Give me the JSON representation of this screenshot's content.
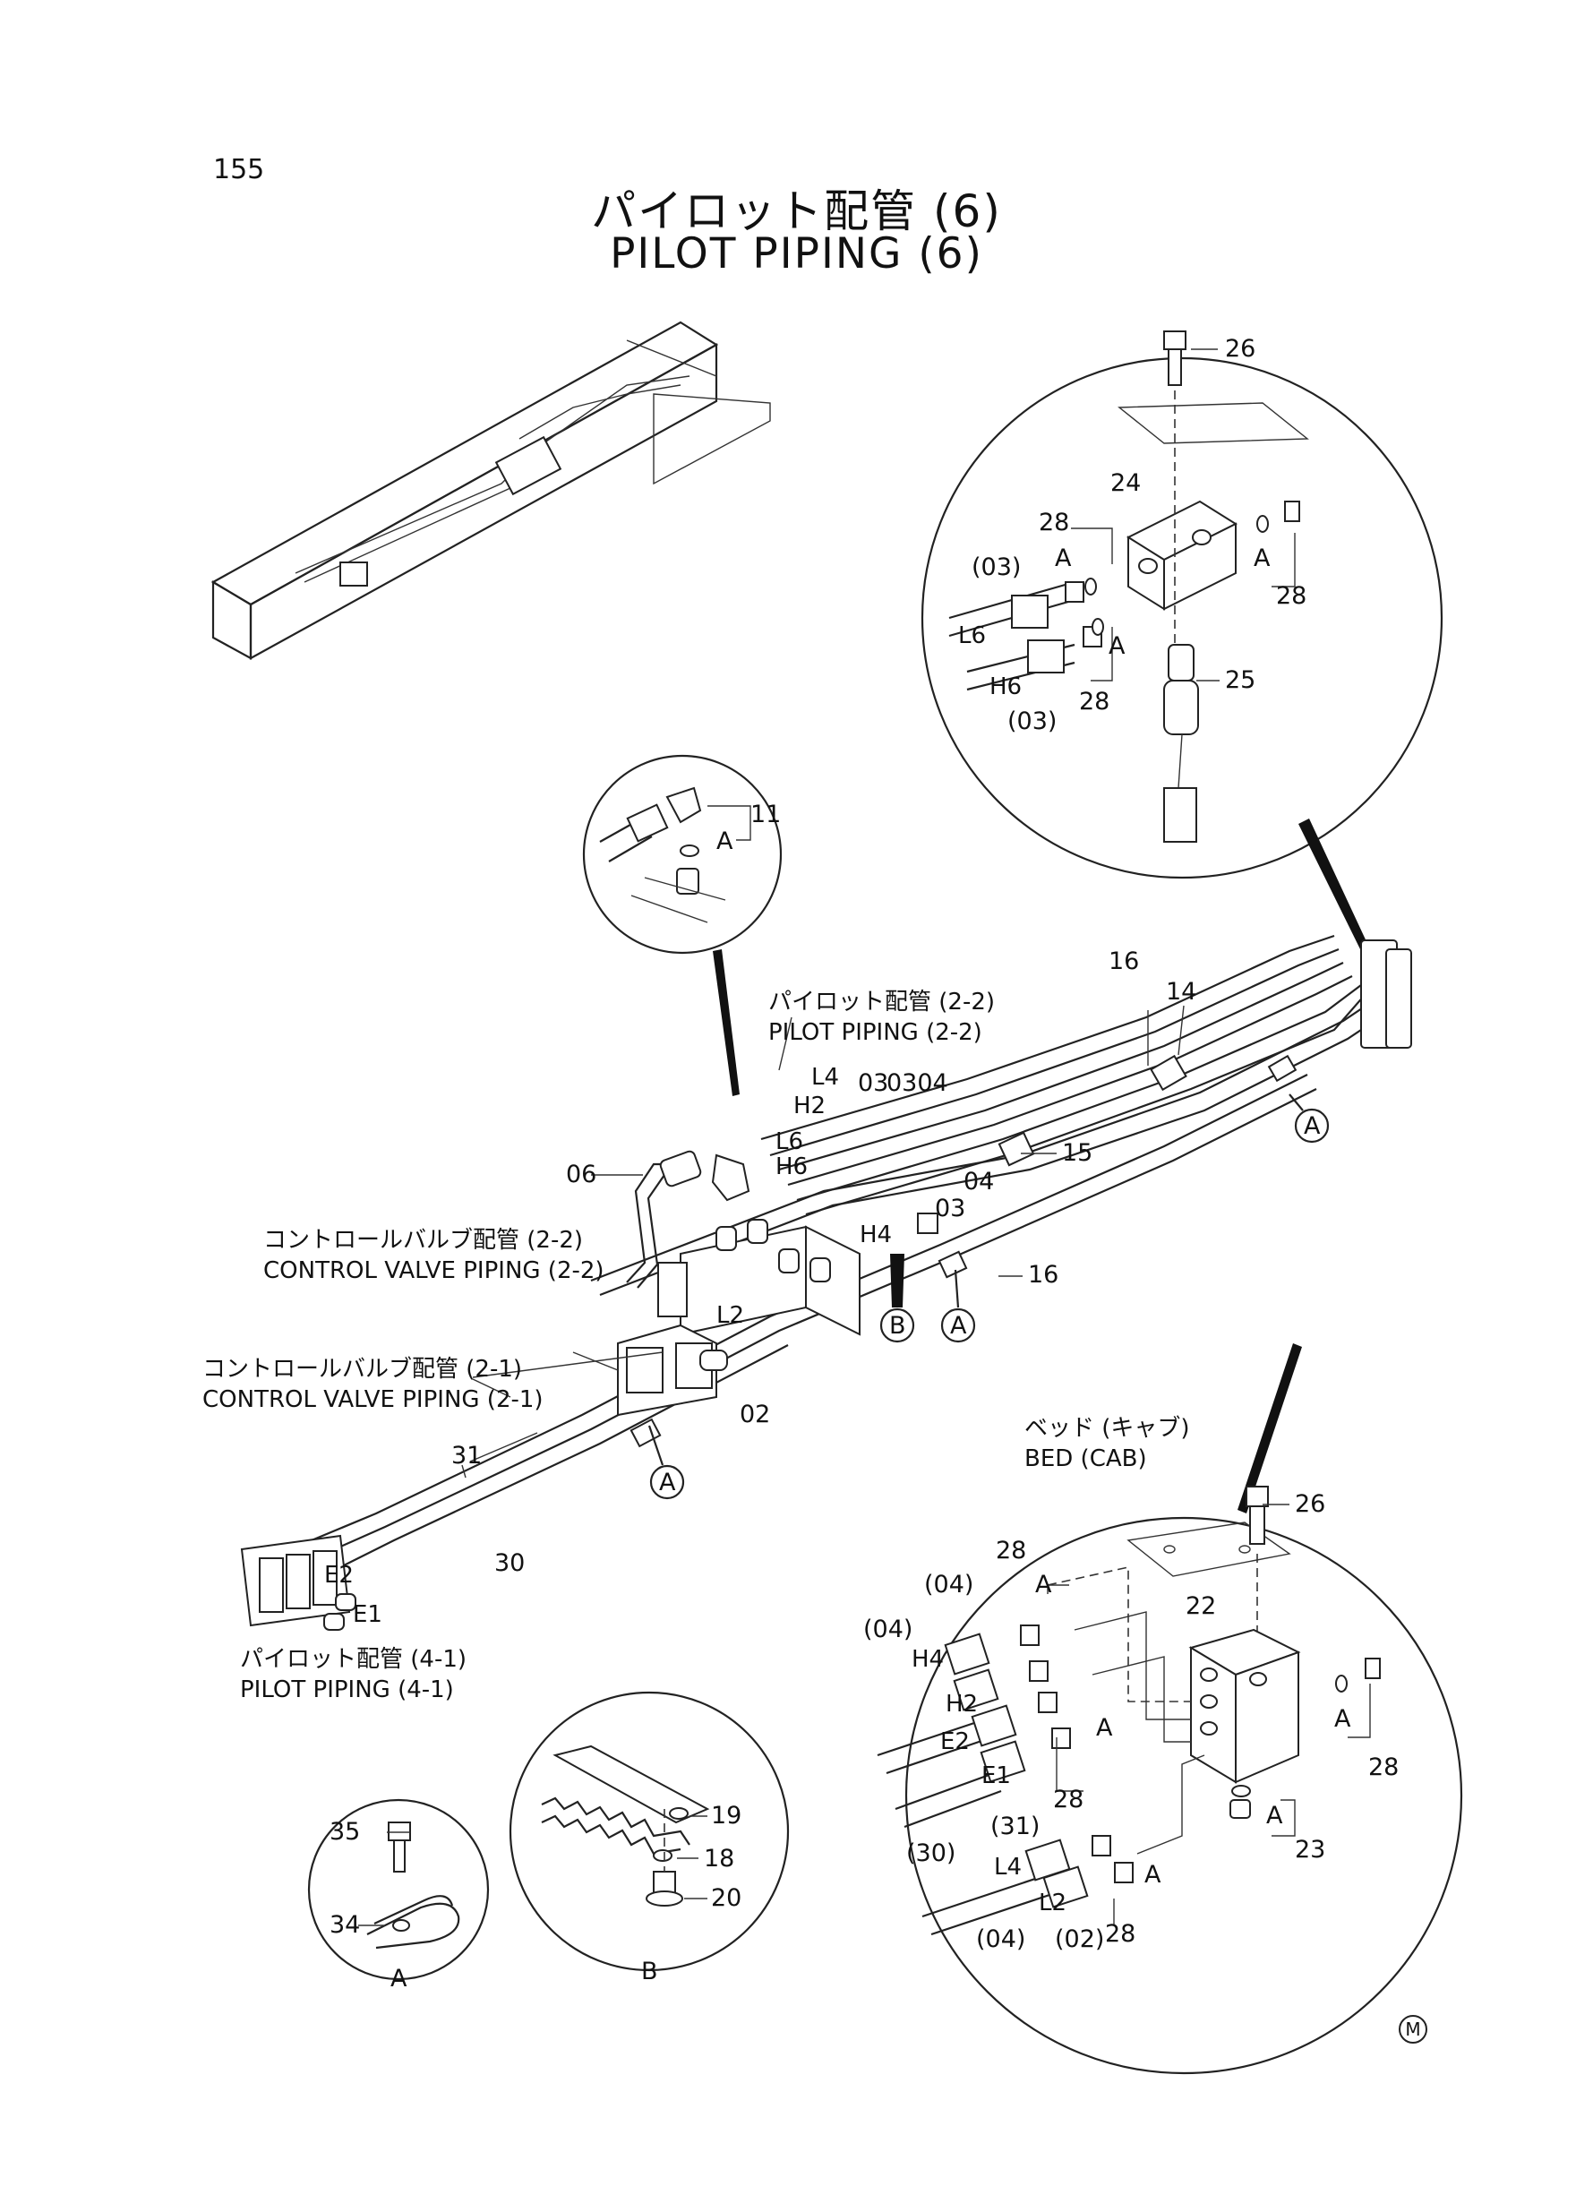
{
  "page": {
    "number": "155",
    "title_ja": "パイロット配管 (6)",
    "title_en": "PILOT PIPING (6)",
    "mark": "M"
  },
  "references": {
    "pilot_2_2_ja": "パイロット配管 (2-2)",
    "pilot_2_2_en": "PILOT PIPING (2-2)",
    "cv_2_2_ja": "コントロールバルブ配管 (2-2)",
    "cv_2_2_en": "CONTROL VALVE PIPING (2-2)",
    "cv_2_1_ja": "コントロールバルブ配管 (2-1)",
    "cv_2_1_en": "CONTROL VALVE PIPING (2-1)",
    "pilot_4_1_ja": "パイロット配管 (4-1)",
    "pilot_4_1_en": "PILOT PIPING (4-1)",
    "bed_ja": "ベッド (キャブ)",
    "bed_en": "BED (CAB)"
  },
  "callouts": {
    "p26": "26",
    "p24": "24",
    "p28": "28",
    "p25": "25",
    "p03": "(03)",
    "p11": "11",
    "p16": "16",
    "p14": "14",
    "p15": "15",
    "p06": "06",
    "p03plain": "03",
    "p04plain": "04",
    "p02": "02",
    "p031": "03",
    "p0304": "0304",
    "p31": "31",
    "p30": "30",
    "p22": "22",
    "p23": "23",
    "p04": "(04)",
    "p30p": "(30)",
    "p31p": "(31)",
    "p02p": "(02)",
    "p19": "19",
    "p18": "18",
    "p20": "20",
    "p35": "35",
    "p34": "34"
  },
  "hose_labels": {
    "L2": "L2",
    "L4": "L4",
    "L6": "L6",
    "H2": "H2",
    "H4": "H4",
    "H6": "H6",
    "E1": "E1",
    "E2": "E2"
  },
  "markers": {
    "A": "A",
    "B": "B"
  }
}
